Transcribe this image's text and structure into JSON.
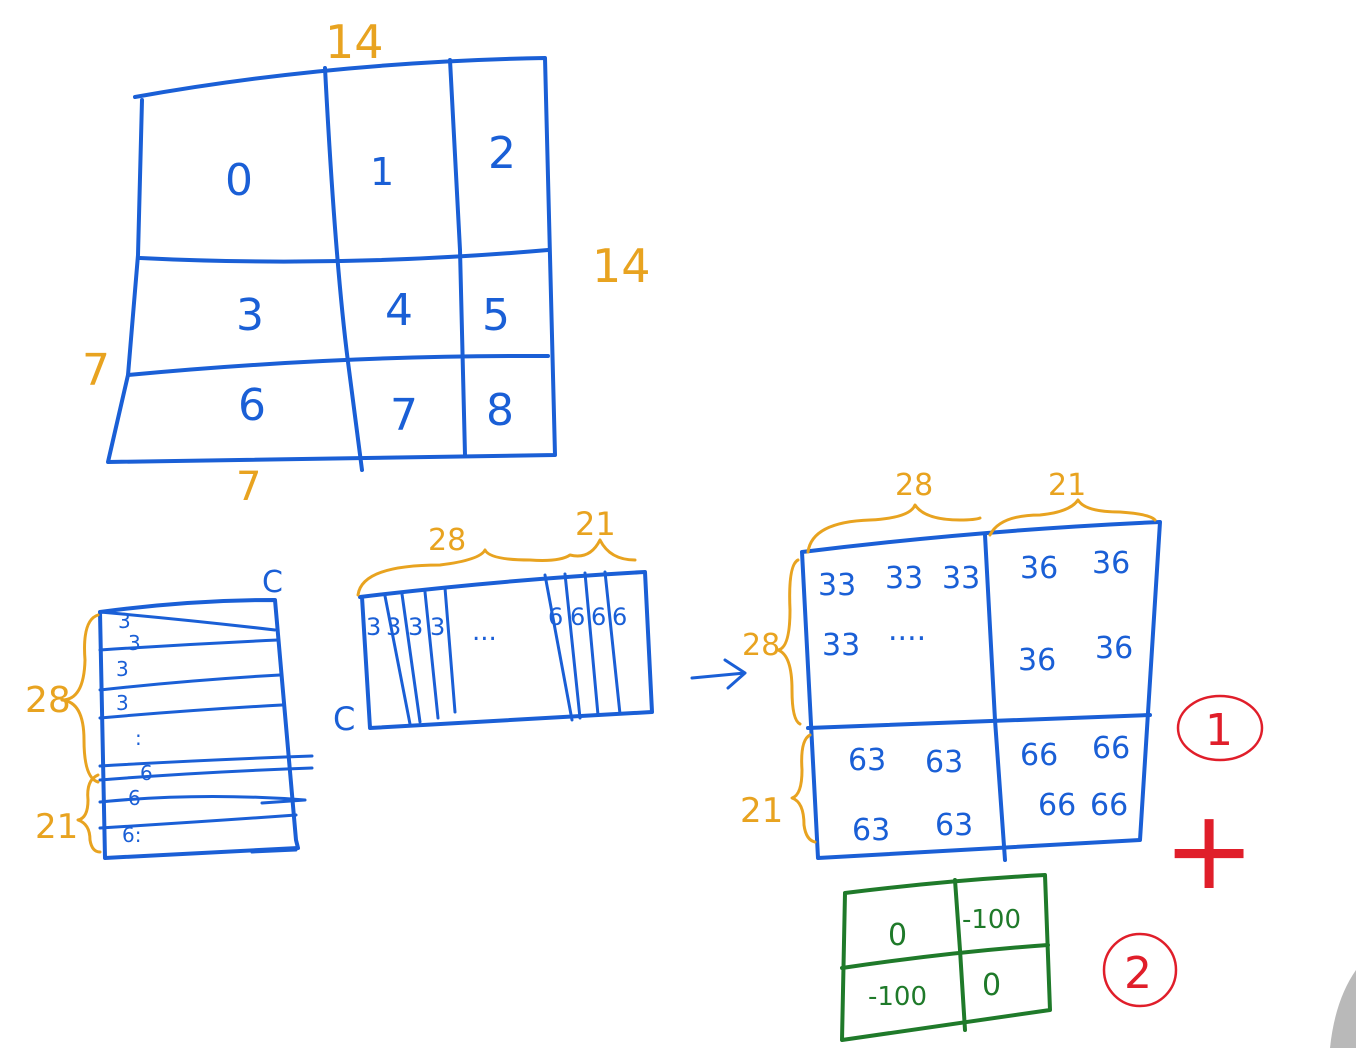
{
  "colors": {
    "blue": "#1a5fd6",
    "orange": "#e8a320",
    "green": "#1f7a2a",
    "red": "#e01e2a"
  },
  "grid": {
    "top_label": "14",
    "right_label": "14",
    "left_label": "7",
    "bottom_label": "7",
    "cells": [
      "0",
      "1",
      "2",
      "3",
      "4",
      "5",
      "6",
      "7",
      "8"
    ]
  },
  "left_matrix": {
    "top_label": "C",
    "brace_label_top": "28",
    "brace_label_bottom": "21",
    "row_labels": [
      "3",
      "3",
      "3",
      "3",
      ":",
      "6",
      "6",
      "6:"
    ]
  },
  "middle_matrix": {
    "left_label": "C",
    "brace_label_left": "28",
    "brace_label_right": "21",
    "col_labels_left": [
      "3",
      "3",
      "3",
      "3"
    ],
    "ellipsis": "...",
    "col_labels_right": [
      "6",
      "6",
      "6",
      "6"
    ]
  },
  "result_matrix": {
    "top_left_label": "28",
    "top_right_label": "21",
    "side_top_label": "28",
    "side_bottom_label": "21",
    "q1_row1": [
      "33",
      "33",
      "33"
    ],
    "q1_row2": [
      "33",
      "...."
    ],
    "q2_row1": [
      "36",
      "36"
    ],
    "q2_row2": [
      "36",
      "36"
    ],
    "q3_row1": [
      "63",
      "63"
    ],
    "q3_row2": [
      "63",
      "63"
    ],
    "q4_row1": [
      "66",
      "66"
    ],
    "q4_row2": [
      "66",
      "66"
    ]
  },
  "mask_matrix": {
    "cells": [
      "0",
      "-100",
      "-100",
      "0"
    ]
  },
  "annotations": {
    "circle_one": "1",
    "plus": "+",
    "circle_two": "2"
  }
}
